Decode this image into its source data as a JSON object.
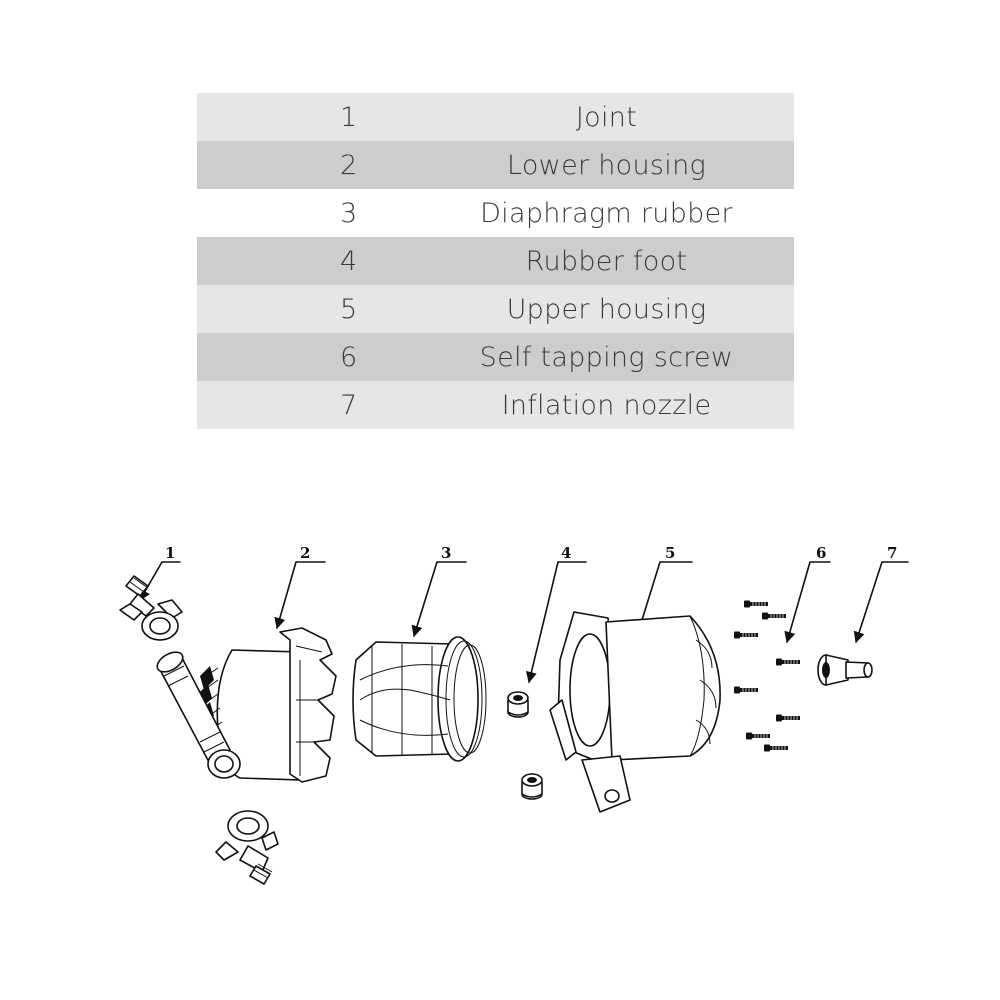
{
  "parts_table": {
    "rows": [
      {
        "number": "1",
        "name": "Joint",
        "bg": "#e6e6e6"
      },
      {
        "number": "2",
        "name": "Lower housing",
        "bg": "#cdcdcd"
      },
      {
        "number": "3",
        "name": "Diaphragm rubber",
        "bg": "#ffffff"
      },
      {
        "number": "4",
        "name": "Rubber foot",
        "bg": "#cdcdcd"
      },
      {
        "number": "5",
        "name": "Upper housing",
        "bg": "#e6e6e6"
      },
      {
        "number": "6",
        "name": "Self tapping screw",
        "bg": "#cdcdcd"
      },
      {
        "number": "7",
        "name": "Inflation nozzle",
        "bg": "#e6e6e6"
      }
    ]
  },
  "diagram": {
    "callouts": [
      "1",
      "2",
      "3",
      "4",
      "5",
      "6",
      "7"
    ]
  }
}
